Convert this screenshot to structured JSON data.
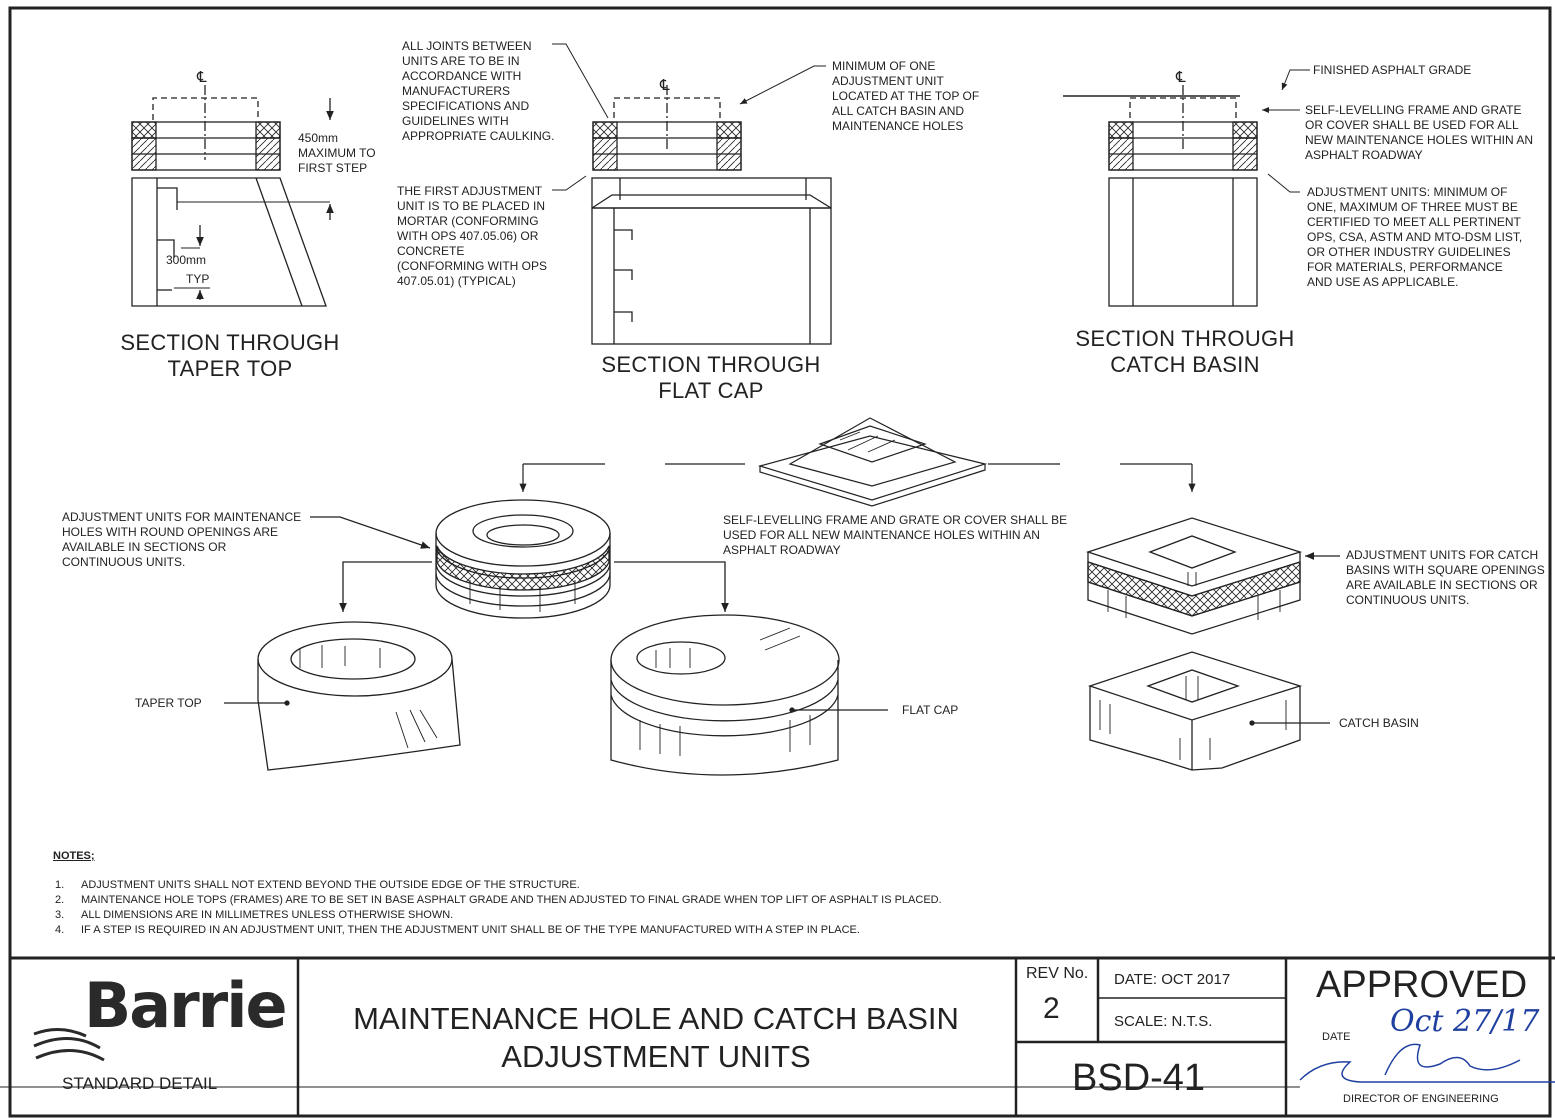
{
  "sections": {
    "taper_top": {
      "caption": "SECTION THROUGH\nTAPER TOP",
      "dim_450": "450mm\nMAXIMUM TO\nFIRST STEP",
      "dim_300": "300mm",
      "typ": "TYP"
    },
    "flat_cap": {
      "caption": "SECTION THROUGH\nFLAT CAP",
      "note_joints": "ALL JOINTS BETWEEN\nUNITS ARE TO BE IN\nACCORDANCE WITH\nMANUFACTURERS\nSPECIFICATIONS AND\nGUIDELINES WITH\nAPPROPRIATE CAULKING.",
      "note_first_unit": "THE FIRST ADJUSTMENT\nUNIT IS TO BE PLACED IN\nMORTAR (CONFORMING\nWITH OPS 407.05.06) OR\nCONCRETE\n(CONFORMING WITH OPS\n407.05.01) (TYPICAL)",
      "note_minimum": "MINIMUM OF ONE\nADJUSTMENT UNIT\nLOCATED AT THE TOP OF\nALL CATCH BASIN AND\nMAINTENANCE HOLES"
    },
    "catch_basin": {
      "caption": "SECTION THROUGH\nCATCH BASIN",
      "note_finished": "FINISHED ASPHALT GRADE",
      "note_self_levelling": "SELF-LEVELLING FRAME AND GRATE\nOR COVER SHALL BE USED FOR ALL\nNEW MAINTENANCE HOLES WITHIN AN\nASPHALT ROADWAY",
      "note_adjustment": "ADJUSTMENT UNITS: MINIMUM OF\nONE, MAXIMUM OF THREE MUST BE\nCERTIFIED TO MEET ALL PERTINENT\nOPS, CSA, ASTM AND MTO-DSM LIST,\nOR OTHER INDUSTRY GUIDELINES\nFOR MATERIALS, PERFORMANCE\nAND USE AS APPLICABLE."
    },
    "centerline_symbol": "℄"
  },
  "iso": {
    "round_units": "ADJUSTMENT UNITS FOR MAINTENANCE\nHOLES WITH ROUND OPENINGS ARE\nAVAILABLE IN SECTIONS OR\nCONTINUOUS UNITS.",
    "frame_note": "SELF-LEVELLING FRAME AND GRATE OR COVER SHALL BE\nUSED FOR ALL NEW MAINTENANCE HOLES WITHIN AN\nASPHALT ROADWAY",
    "square_units": "ADJUSTMENT UNITS FOR CATCH\nBASINS WITH SQUARE OPENINGS\nARE  AVAILABLE IN SECTIONS OR\nCONTINUOUS UNITS.",
    "taper_top": "TAPER TOP",
    "flat_cap": "FLAT CAP",
    "catch_basin": "CATCH BASIN"
  },
  "notes": {
    "title": "NOTES;",
    "items": [
      {
        "num": "1.",
        "text": "ADJUSTMENT UNITS SHALL NOT EXTEND BEYOND THE OUTSIDE EDGE OF THE STRUCTURE."
      },
      {
        "num": "2.",
        "text": "MAINTENANCE HOLE TOPS (FRAMES) ARE TO BE SET IN BASE ASPHALT GRADE AND THEN ADJUSTED TO FINAL GRADE WHEN TOP LIFT OF ASPHALT IS PLACED."
      },
      {
        "num": "3.",
        "text": "ALL DIMENSIONS ARE IN MILLIMETRES UNLESS OTHERWISE SHOWN."
      },
      {
        "num": "4.",
        "text": "IF A STEP IS REQUIRED IN AN ADJUSTMENT UNIT, THEN THE ADJUSTMENT UNIT SHALL BE OF THE TYPE MANUFACTURED WITH A STEP IN PLACE."
      }
    ]
  },
  "title_block": {
    "logo": "Barrie",
    "standard_detail": "STANDARD DETAIL",
    "title": "MAINTENANCE HOLE AND CATCH BASIN\nADJUSTMENT UNITS",
    "rev_label": "REV No.",
    "rev_value": "2",
    "date": "DATE: OCT 2017",
    "scale": "SCALE: N.T.S.",
    "drawing_no": "BSD-41",
    "approved": "APPROVED",
    "date_label": "DATE",
    "signed_date": "Oct 27/17",
    "director": "DIRECTOR OF ENGINEERING"
  },
  "colors": {
    "ink": "#222222",
    "logo": "#2a2a2a"
  }
}
